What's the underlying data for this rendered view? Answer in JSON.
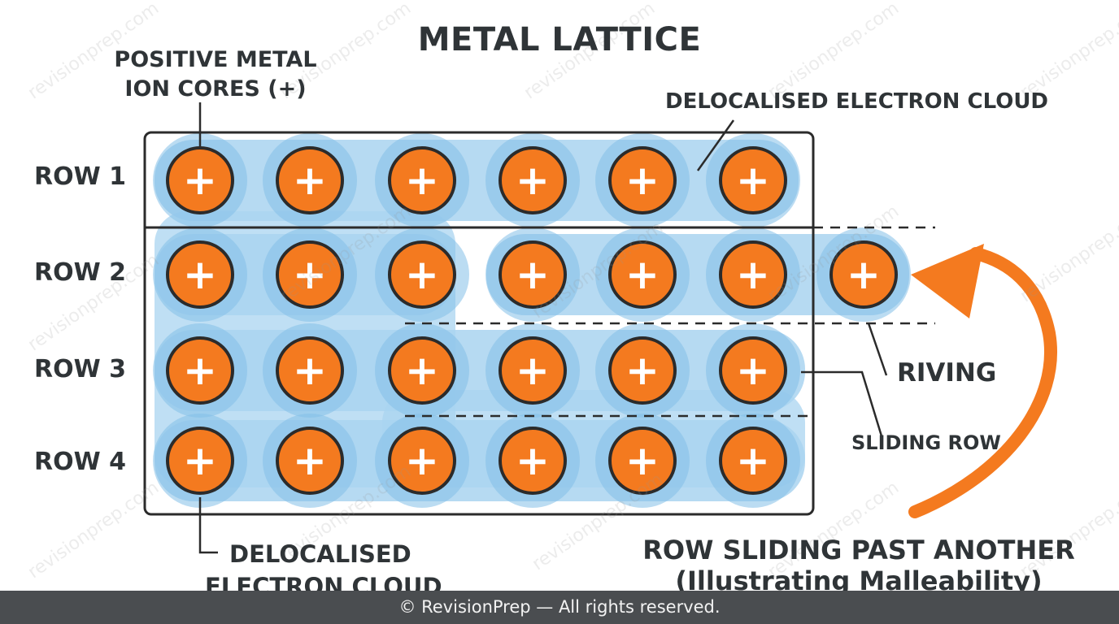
{
  "title": "METAL LATTICE",
  "labels": {
    "ion_cores": "POSITIVE METAL ION CORES (+)",
    "cloud_top": "DELOCALISED ELECTRON CLOUD",
    "cloud_bottom_line1": "DELOCALISED",
    "cloud_bottom_line2": "ELECTRON CLOUD",
    "riving": "RIVING",
    "sliding_row": "SLIDING ROW",
    "caption_line1": "ROW SLIDING PAST ANOTHER",
    "caption_line2": "(Illustrating Malleability)"
  },
  "rows": [
    {
      "label": "ROW 1",
      "ions": 6
    },
    {
      "label": "ROW 2",
      "ions": 7
    },
    {
      "label": "ROW 3",
      "ions": 6
    },
    {
      "label": "ROW 4",
      "ions": 6
    }
  ],
  "ion_symbol": "+",
  "watermark": "revisionprep.com",
  "footer": "© RevisionPrep — All rights reserved.",
  "colors": {
    "ion_fill": "#f47a1f",
    "ion_outline": "#2b2b2b",
    "cloud": "#a9d4f0",
    "cloud_dark": "#84bfe8",
    "frame": "#2b2b2b",
    "arrow": "#f47a1f"
  }
}
